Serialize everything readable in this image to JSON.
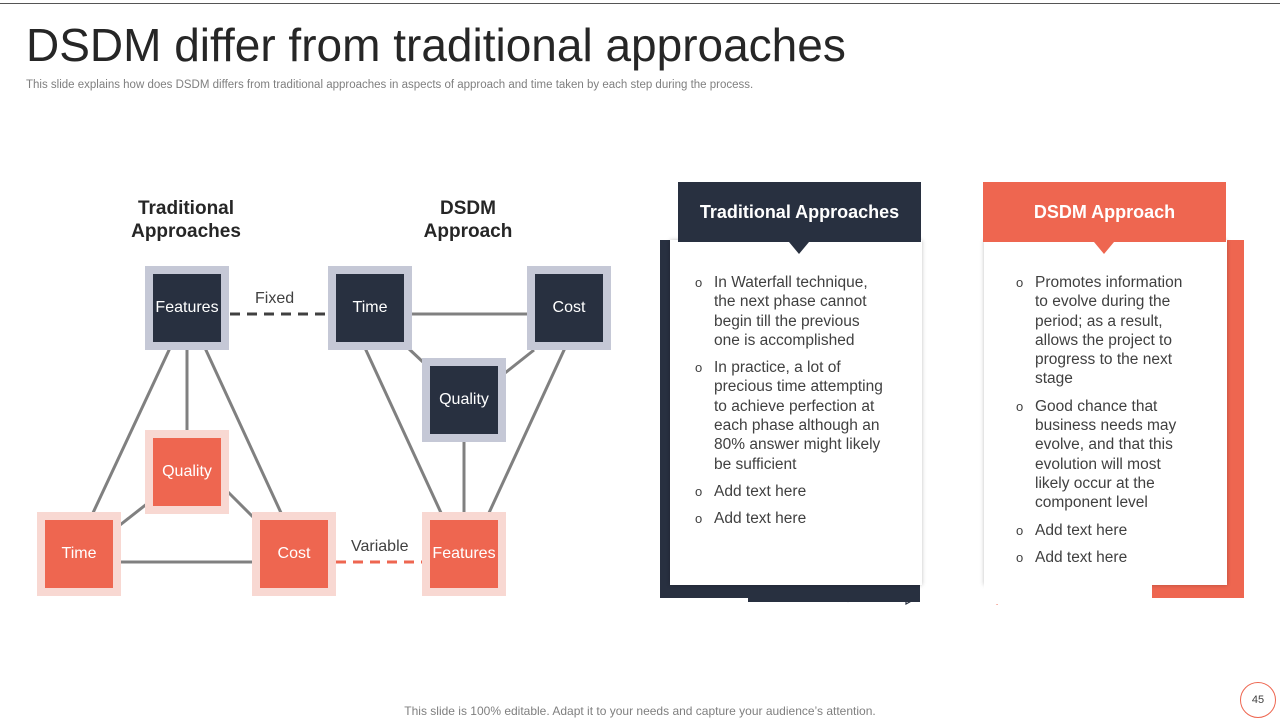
{
  "title": "DSDM differ from traditional approaches",
  "subtitle": "This slide explains how does DSDM differs from traditional approaches in aspects of approach and time taken by each step during the process.",
  "diagram": {
    "traditional_heading": "Traditional\nApproaches",
    "dsdm_heading": "DSDM\nApproach",
    "fixed_label": "Fixed",
    "variable_label": "Variable",
    "traditional_nodes": {
      "features": "Features",
      "quality": "Quality",
      "time": "Time",
      "cost": "Cost"
    },
    "dsdm_nodes": {
      "time": "Time",
      "cost": "Cost",
      "quality": "Quality",
      "features": "Features"
    }
  },
  "cards": {
    "traditional": {
      "title": "Traditional Approaches",
      "bullets": [
        "In Waterfall technique, the next phase cannot begin till the previous one is accomplished",
        "In practice, a lot of precious time attempting to achieve perfection at each phase although an 80% answer might likely be sufficient",
        "Add text here",
        "Add text here"
      ]
    },
    "dsdm": {
      "title": "DSDM Approach",
      "bullets": [
        "Promotes information to evolve during the period; as a result, allows the project to progress to the next stage",
        "Good chance that business needs may evolve, and that this evolution will most likely occur at the component level",
        "Add text here",
        "Add text here"
      ]
    }
  },
  "footer": "This slide is 100% editable. Adapt it to your needs and capture your audience’s attention.",
  "page_number": "45",
  "colors": {
    "dark": "#283040",
    "accent": "#ee6650",
    "dark_border": "#c5c8d6",
    "accent_border": "#f8d8d2"
  }
}
